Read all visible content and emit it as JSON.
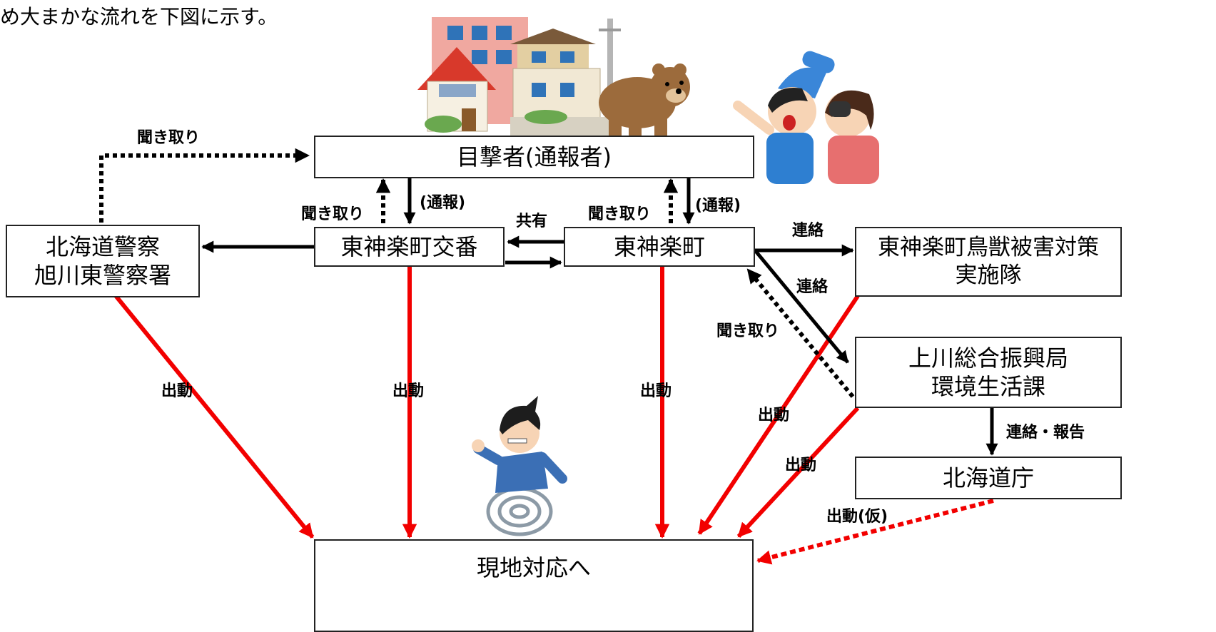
{
  "intro_text": "ため大まかな流れを下図に示す。",
  "nodes": {
    "witness": "目撃者(通報者)",
    "police_line1": "北海道警察",
    "police_line2": "旭川東警察署",
    "koban": "東神楽町交番",
    "town": "東神楽町",
    "squad_line1": "東神楽町鳥獣被害対策",
    "squad_line2": "実施隊",
    "bureau_line1": "上川総合振興局",
    "bureau_line2": "環境生活課",
    "pref": "北海道庁",
    "site": "現地対応へ"
  },
  "edge_labels": {
    "police_interview": "聞き取り",
    "koban_interview": "聞き取り",
    "koban_report": "(通報)",
    "share": "共有",
    "town_interview": "聞き取り",
    "town_report": "(通報)",
    "contact_squad": "連絡",
    "contact_bureau": "連絡",
    "bureau_interview": "聞き取り",
    "contact_report": "連絡・報告",
    "dispatch_police": "出動",
    "dispatch_koban": "出動",
    "dispatch_town": "出動",
    "dispatch_squad": "出動",
    "dispatch_bureau": "出動",
    "dispatch_pref": "出動(仮)"
  },
  "colors": {
    "dispatch": "#f20000",
    "line": "#000000"
  },
  "illustrations": [
    "buildings-icon",
    "bear-icon",
    "witness-children-icon",
    "running-person-icon"
  ]
}
